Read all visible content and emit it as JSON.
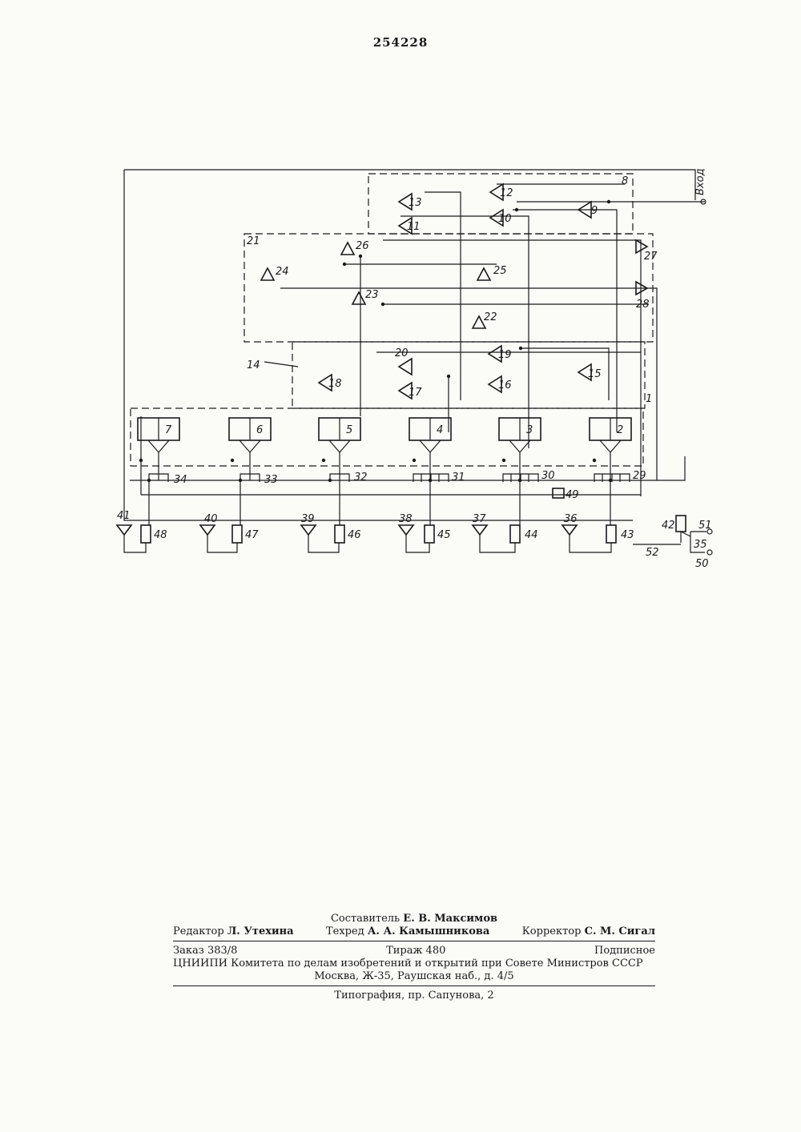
{
  "document": {
    "patent_number": "254228"
  },
  "diagram": {
    "input_label": "Вход",
    "blocks": [
      "7",
      "6",
      "5",
      "4",
      "3",
      "2"
    ],
    "triangle_elements": [
      "9",
      "10",
      "11",
      "12",
      "13",
      "15",
      "16",
      "17",
      "18",
      "19",
      "20",
      "22",
      "23",
      "24",
      "25",
      "26"
    ],
    "summing_nodes": [
      "27",
      "28"
    ],
    "switches": [
      "34",
      "33",
      "32",
      "31",
      "30",
      "29"
    ],
    "detectors": [
      "41",
      "40",
      "39",
      "38",
      "37",
      "36"
    ],
    "resistors": [
      "48",
      "47",
      "46",
      "45",
      "44",
      "43",
      "42"
    ],
    "misc_labels": [
      "1",
      "8",
      "14",
      "21",
      "35",
      "49",
      "50",
      "51",
      "52"
    ]
  },
  "imprint": {
    "compiler_label": "Составитель",
    "compiler_name": "Е. В. Максимов",
    "editor_label": "Редактор",
    "editor_name": "Л. Утехина",
    "techred_label": "Техред",
    "techred_name": "А. А. Камышникова",
    "corrector_label": "Корректор",
    "corrector_name": "С. М. Сигал",
    "order": "Заказ 383/8",
    "circulation": "Тираж 480",
    "subscription": "Подписное",
    "institute": "ЦНИИПИ Комитета по делам изобретений и открытий при Совете Министров СССР",
    "address": "Москва, Ж-35, Раушская наб., д. 4/5",
    "printer": "Типография, пр. Сапунова, 2"
  }
}
